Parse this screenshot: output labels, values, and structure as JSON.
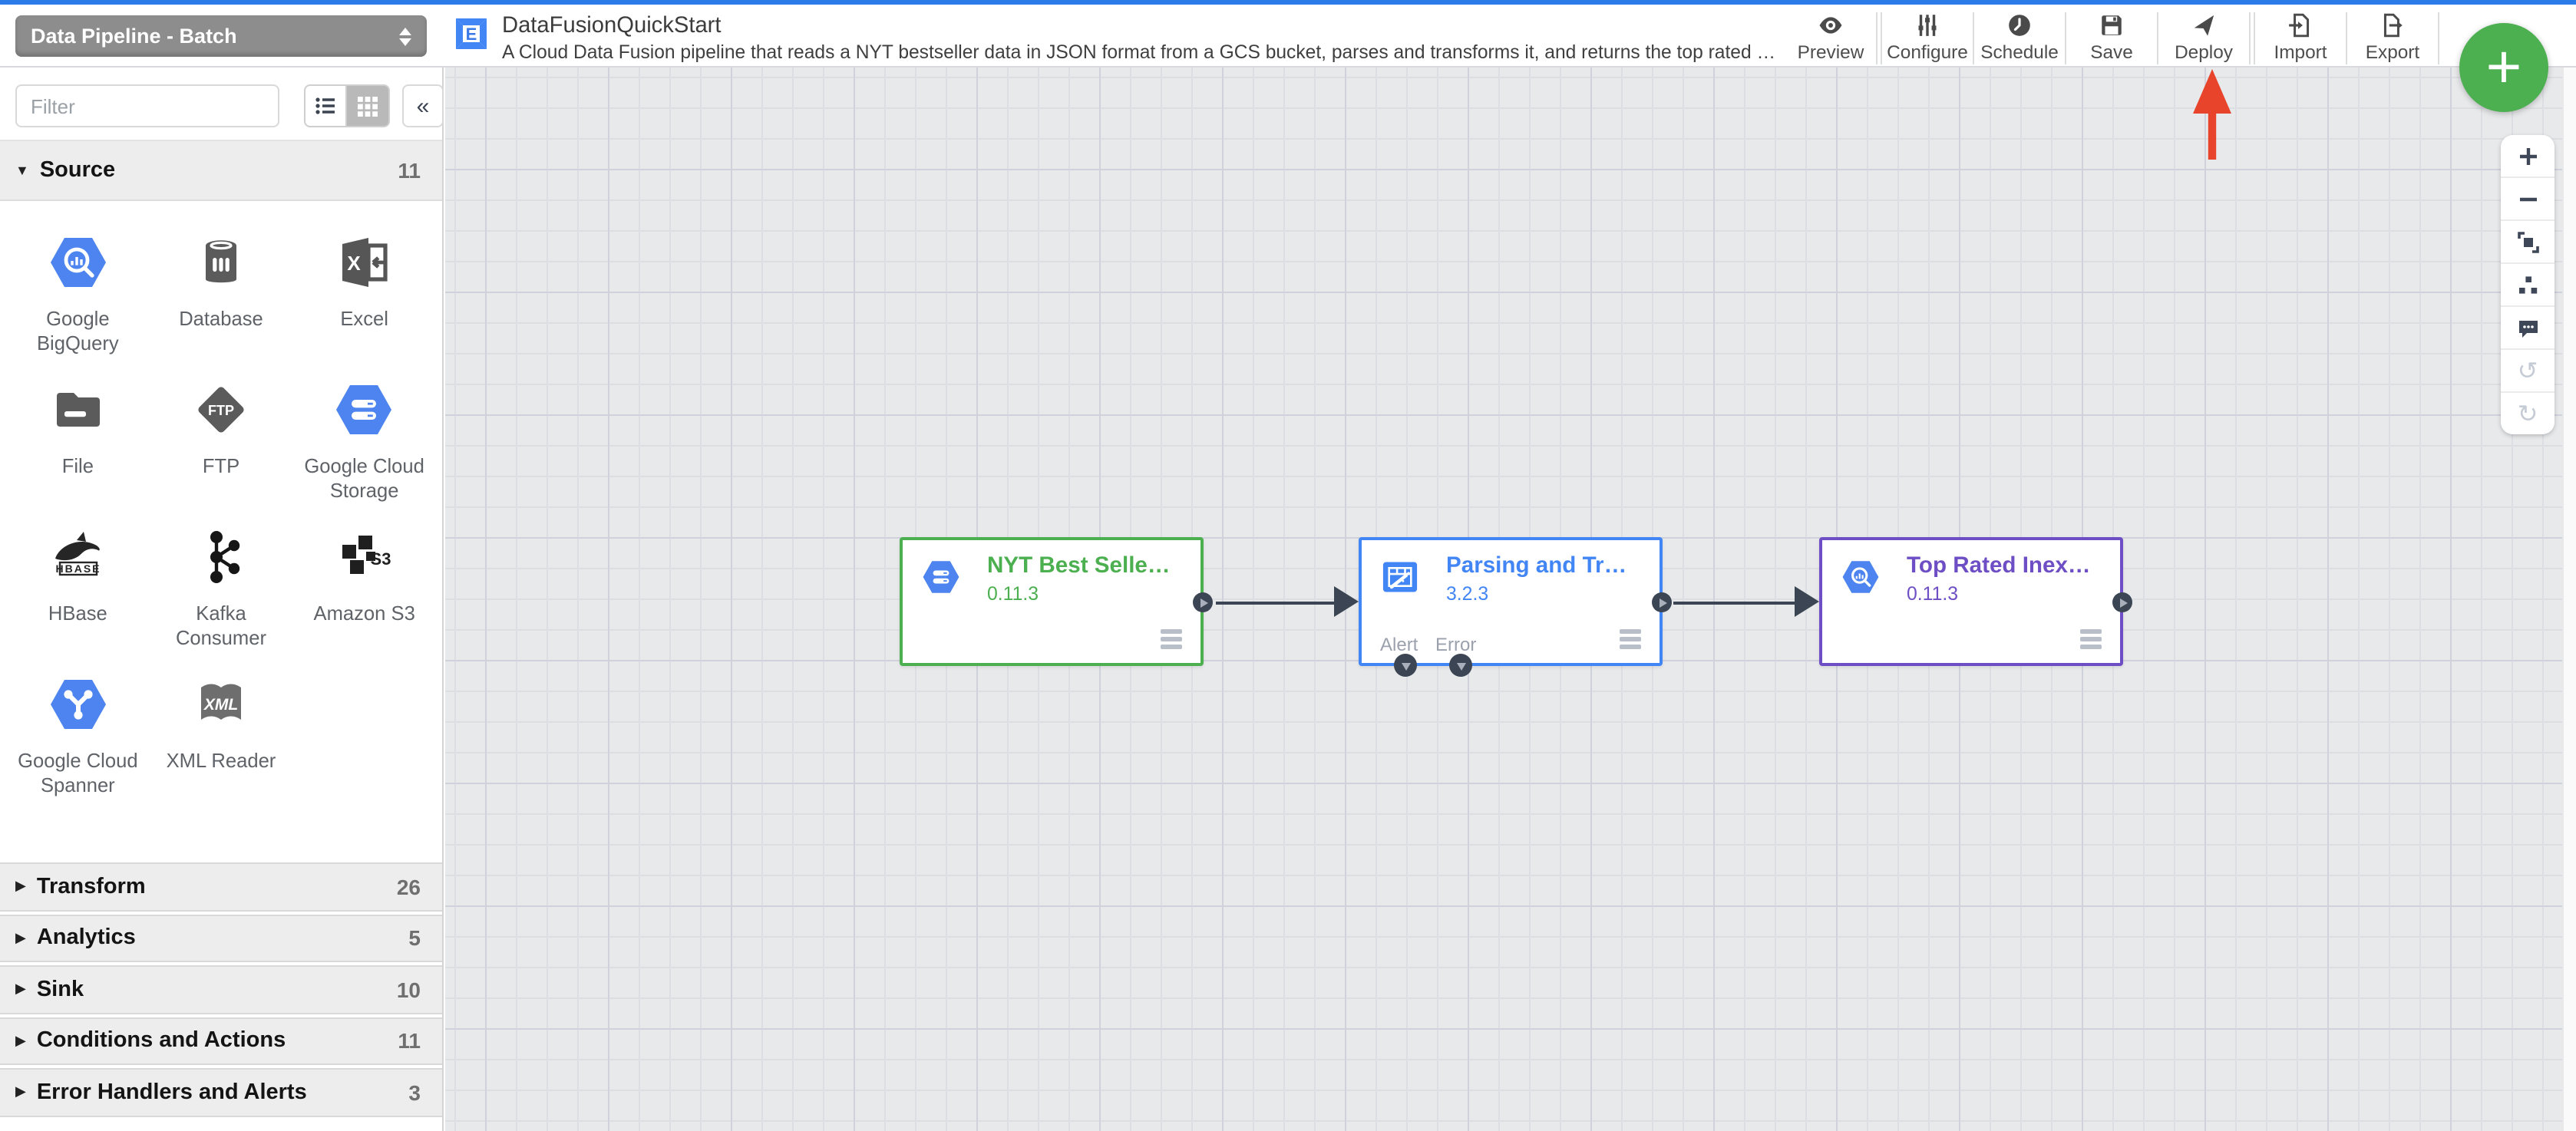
{
  "pipeline_type_select": {
    "value": "Data Pipeline - Batch"
  },
  "header": {
    "title": "DataFusionQuickStart",
    "description": "A Cloud Data Fusion pipeline that reads a NYT bestseller data in JSON format from a GCS bucket, parses and transforms it, and returns the top rated book...",
    "toolbar": [
      {
        "label": "Preview",
        "icon": "eye-icon"
      },
      {
        "label": "Configure",
        "icon": "sliders-icon"
      },
      {
        "label": "Schedule",
        "icon": "clock-icon"
      },
      {
        "label": "Save",
        "icon": "floppy-icon"
      },
      {
        "label": "Deploy",
        "icon": "paper-plane-icon"
      },
      {
        "label": "Import",
        "icon": "import-icon"
      },
      {
        "label": "Export",
        "icon": "export-icon"
      }
    ],
    "add_button": {
      "label": "+",
      "color": "#4caf50"
    }
  },
  "annotation": {
    "type": "red-arrow",
    "points_at": "Deploy",
    "color": "#e8432b"
  },
  "sidebar": {
    "filter_placeholder": "Filter",
    "sections": [
      {
        "label": "Source",
        "count": "11",
        "expanded": true,
        "items": [
          "Google BigQuery",
          "Database",
          "Excel",
          "File",
          "FTP",
          "Google Cloud Storage",
          "HBase",
          "Kafka Consumer",
          "Amazon S3",
          "Google Cloud Spanner",
          "XML Reader"
        ]
      },
      {
        "label": "Transform",
        "count": "26",
        "expanded": false
      },
      {
        "label": "Analytics",
        "count": "5",
        "expanded": false
      },
      {
        "label": "Sink",
        "count": "10",
        "expanded": false
      },
      {
        "label": "Conditions and Actions",
        "count": "11",
        "expanded": false
      },
      {
        "label": "Error Handlers and Alerts",
        "count": "3",
        "expanded": false
      }
    ]
  },
  "canvas": {
    "nodes": [
      {
        "title": "NYT Best Selle…",
        "version": "0.11.3",
        "accent": "#4caf50",
        "icon": "gcs-icon"
      },
      {
        "title": "Parsing and Tr…",
        "version": "3.2.3",
        "accent": "#4285f4",
        "icon": "wrangler-icon",
        "bottom_ports": [
          "Alert",
          "Error"
        ]
      },
      {
        "title": "Top Rated Inex…",
        "version": "0.11.3",
        "accent": "#6d4ec4",
        "icon": "bigquery-icon"
      }
    ]
  },
  "zoom_panel": {
    "buttons": [
      "zoom-in",
      "zoom-out",
      "fit-to-screen",
      "auto-align",
      "comment",
      "undo",
      "redo"
    ],
    "undo_disabled": true,
    "redo_disabled": true
  }
}
